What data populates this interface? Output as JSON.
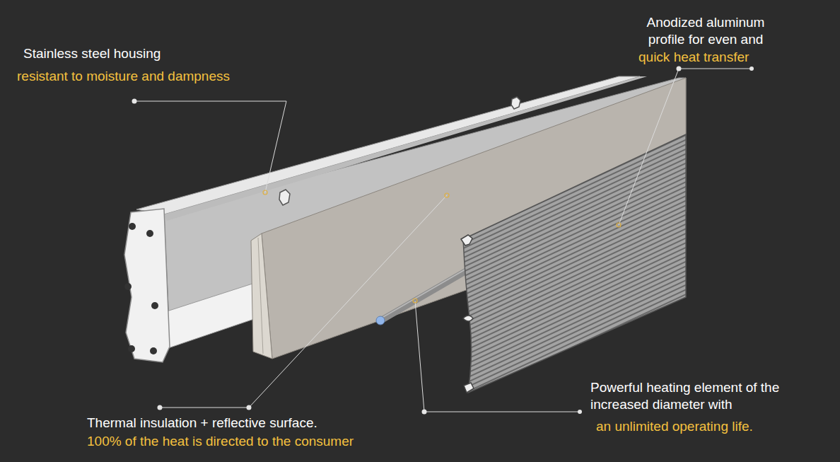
{
  "diagram": {
    "labels": [
      "Stainless steel housing",
      "resistant to moisture and dampness",
      "Anodized aluminum profile for even and",
      "quick heat transfer",
      "Thermal insulation + reflective surface.",
      "100% of the heat is directed to the consumer",
      "Powerful heating element of the increased diameter with",
      "an unlimited operating life."
    ]
  }
}
